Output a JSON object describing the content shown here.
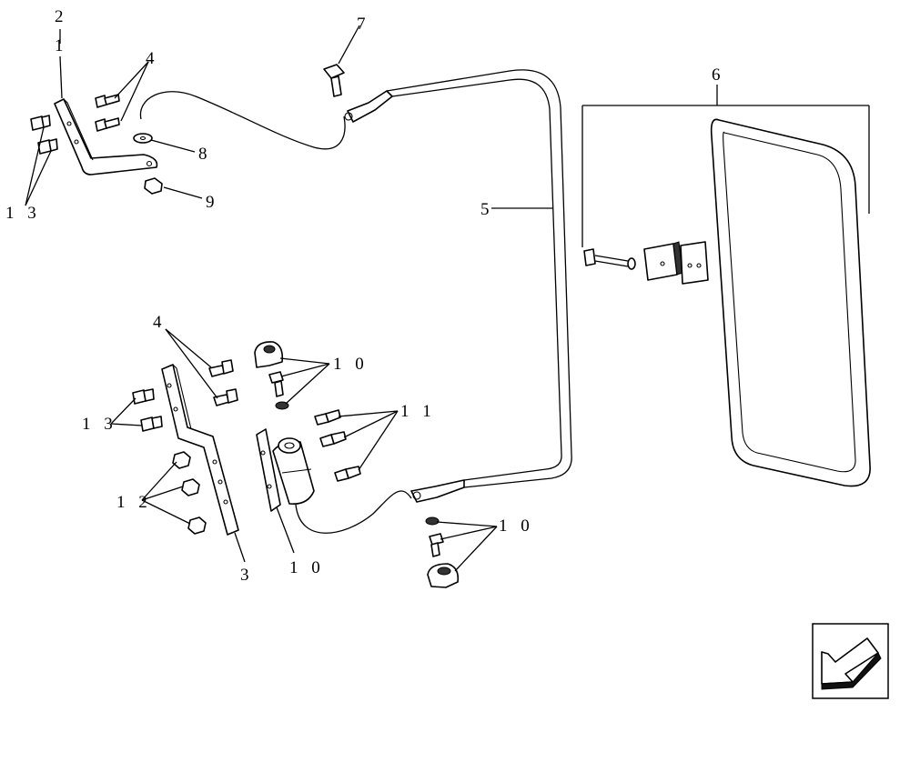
{
  "callouts": {
    "c1": "1",
    "c2": "2",
    "c3": "3",
    "c4a": "4",
    "c4b": "4",
    "c5": "5",
    "c6": "6",
    "c7": "7",
    "c8": "8",
    "c9": "9",
    "c10a": "1 0",
    "c10b": "1 0",
    "c10c": "1 0",
    "c11": "1 1",
    "c12": "1 2",
    "c13a": "1 3",
    "c13b": "1 3"
  },
  "nav": {
    "icon": "back-arrow-icon"
  }
}
